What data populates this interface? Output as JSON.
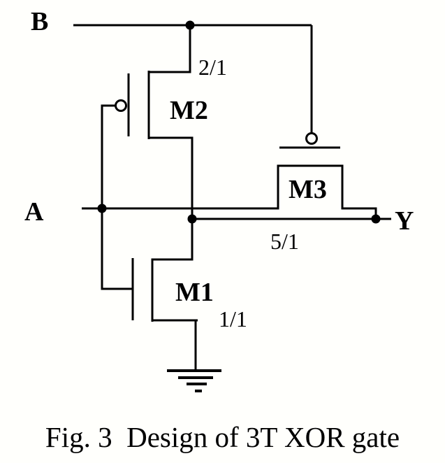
{
  "figure": {
    "caption": "Fig. 3  Design of 3T XOR gate"
  },
  "nets": {
    "input_b_label": "B",
    "input_a_label": "A",
    "output_y_label": "Y"
  },
  "transistors": {
    "m1": {
      "name": "M1",
      "ratio": "1/1"
    },
    "m2": {
      "name": "M2",
      "ratio": "2/1"
    },
    "m3": {
      "name": "M3",
      "ratio": "5/1"
    }
  },
  "colors": {
    "ink": "#000000",
    "background": "#fffffc"
  }
}
